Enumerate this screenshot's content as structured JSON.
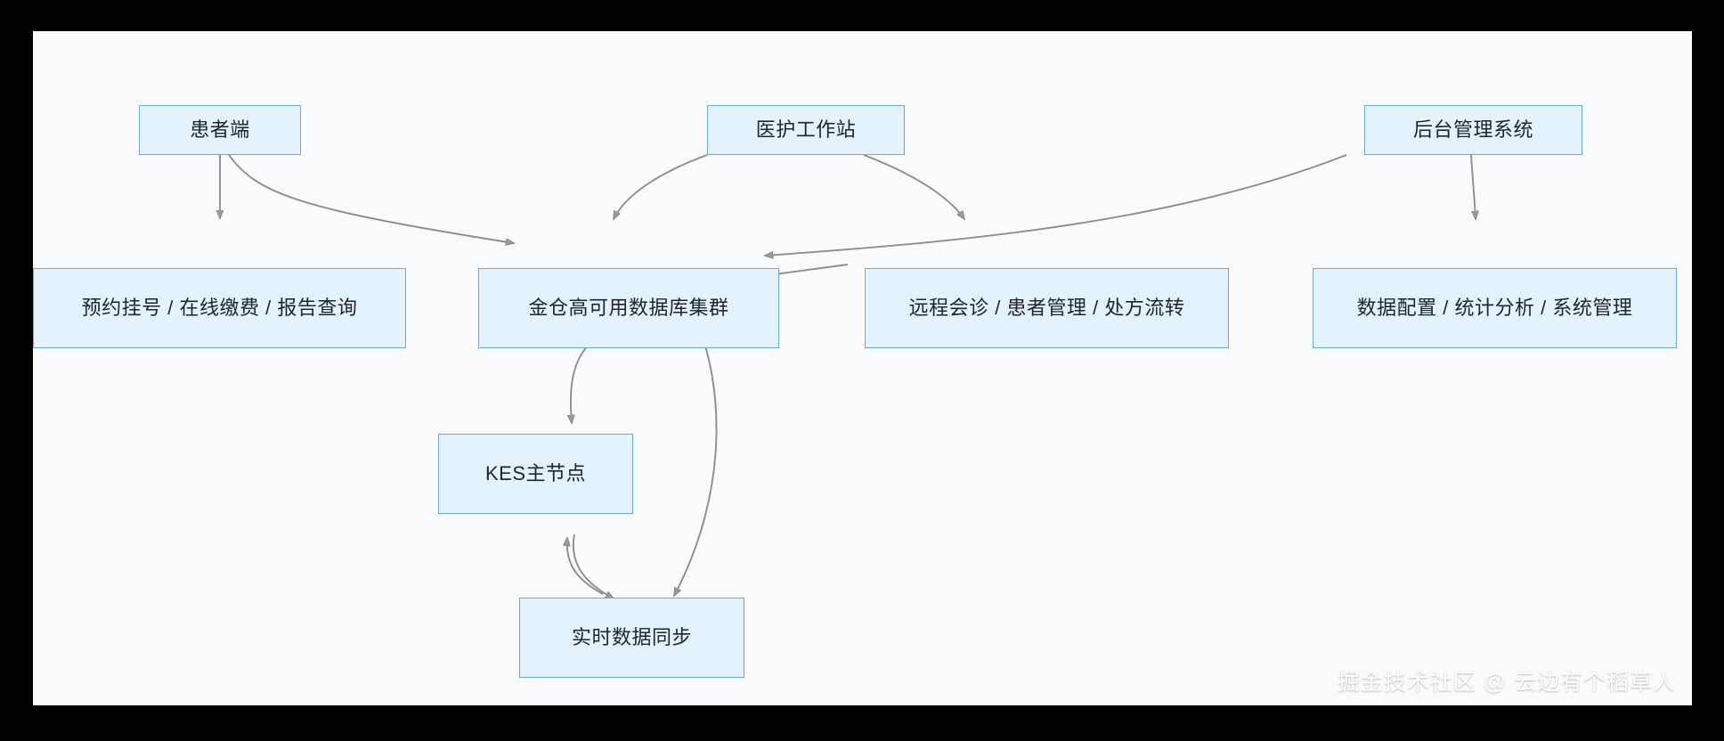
{
  "diagram": {
    "title": "",
    "background_color": "#fafbfc",
    "page_background_color": "#000000",
    "node_fill_color": "#e3f2fd",
    "node_border_color": "#6aa9e9",
    "edge_color": "#888888",
    "nodes": [
      {
        "id": "patient_client",
        "label": "患者端"
      },
      {
        "id": "medical_workstation",
        "label": "医护工作站"
      },
      {
        "id": "admin_system",
        "label": "后台管理系统"
      },
      {
        "id": "patient_services",
        "label": "预约挂号 / 在线缴费 / 报告查询"
      },
      {
        "id": "kingbase_cluster",
        "label": "金仓高可用数据库集群"
      },
      {
        "id": "clinical_services",
        "label": "远程会诊 / 患者管理 / 处方流转"
      },
      {
        "id": "admin_services",
        "label": "数据配置 / 统计分析 / 系统管理"
      },
      {
        "id": "kes_primary",
        "label": "KES主节点"
      },
      {
        "id": "realtime_sync",
        "label": "实时数据同步"
      }
    ],
    "edges": [
      {
        "from": "patient_client",
        "to": "patient_services",
        "arrow": "down"
      },
      {
        "from": "patient_client",
        "to": "kingbase_cluster",
        "arrow": "right-down"
      },
      {
        "from": "medical_workstation",
        "to": "kingbase_cluster",
        "arrow": "left-down"
      },
      {
        "from": "medical_workstation",
        "to": "clinical_services",
        "arrow": "right-down"
      },
      {
        "from": "clinical_services",
        "to": "kingbase_cluster",
        "arrow": "left"
      },
      {
        "from": "admin_system",
        "to": "admin_services",
        "arrow": "down"
      },
      {
        "from": "admin_system",
        "to": "kingbase_cluster",
        "arrow": "left-down"
      },
      {
        "from": "kingbase_cluster",
        "to": "kes_primary",
        "arrow": "down"
      },
      {
        "from": "kingbase_cluster",
        "to": "realtime_sync",
        "arrow": "down"
      },
      {
        "from": "kes_primary",
        "to": "realtime_sync",
        "arrow": "down"
      },
      {
        "from": "realtime_sync",
        "to": "kes_primary",
        "arrow": "up"
      }
    ]
  },
  "watermark": {
    "text": "掘金技术社区 @ 云边有个稻草人"
  }
}
